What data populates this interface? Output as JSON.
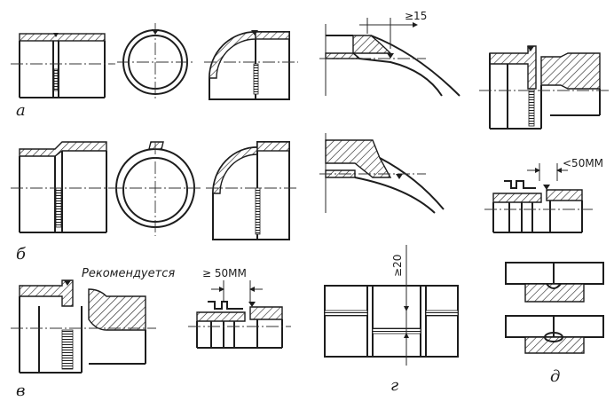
{
  "labels": {
    "a": "а",
    "b": "б",
    "v": "в",
    "g": "г",
    "d": "д"
  },
  "dimensions": {
    "min_15": "≥15",
    "max_50": "<50ММ",
    "min_20": "≥20",
    "min_50": "≥ 50ММ"
  },
  "notes": {
    "recommended": "Рекомендуется"
  }
}
